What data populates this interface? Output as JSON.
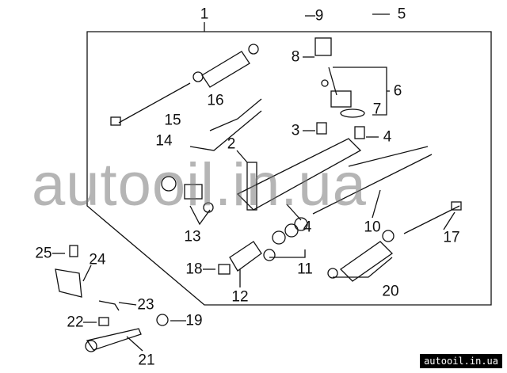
{
  "diagram": {
    "callouts": [
      "1",
      "9",
      "5",
      "8",
      "6",
      "7",
      "16",
      "15",
      "3",
      "4",
      "14",
      "2",
      "4",
      "10",
      "13",
      "17",
      "25",
      "24",
      "18",
      "11",
      "12",
      "20",
      "23",
      "22",
      "19",
      "21"
    ]
  },
  "watermark": {
    "text": "autooil.in.ua"
  },
  "badge": {
    "text": "autooil.in.ua"
  }
}
